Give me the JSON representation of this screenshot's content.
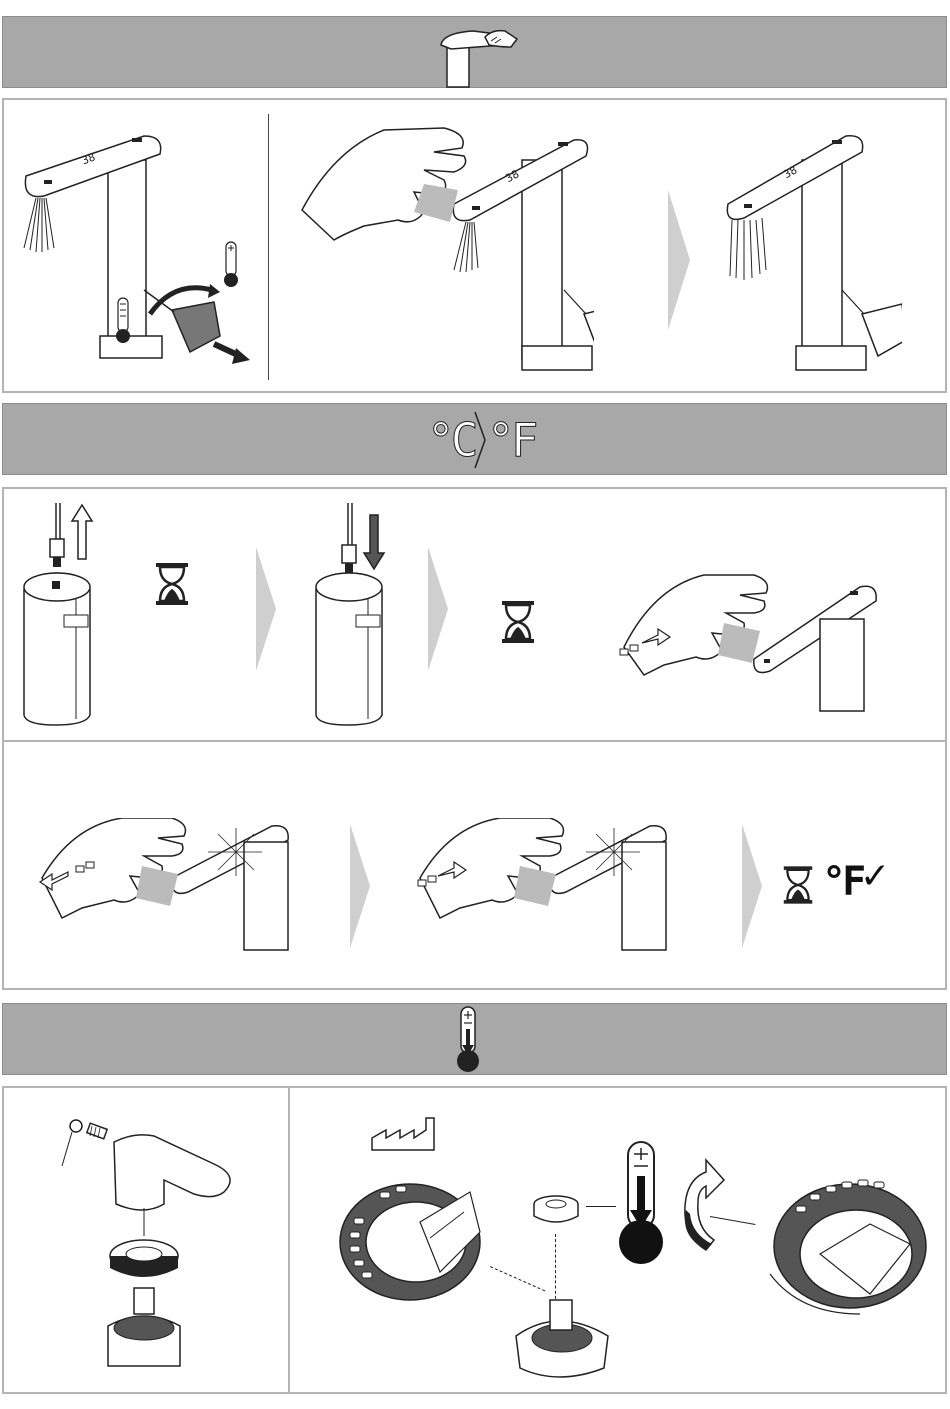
{
  "sections": {
    "touch_header": {
      "icon": "faucet-touch-icon"
    },
    "unit_header": {
      "celsius": "°C",
      "fahrenheit": "°F",
      "icon": "unit-switch-icon"
    },
    "temp_limit_header": {
      "icon": "thermometer-down-icon"
    }
  },
  "unit_panel": {
    "result_unit": "°F",
    "result_check": "✓"
  },
  "colors": {
    "band": "#a8a8a8",
    "border": "#b4b4b4",
    "arrow": "#cfcfcf",
    "ink": "#111111",
    "dark_gray": "#555555"
  }
}
